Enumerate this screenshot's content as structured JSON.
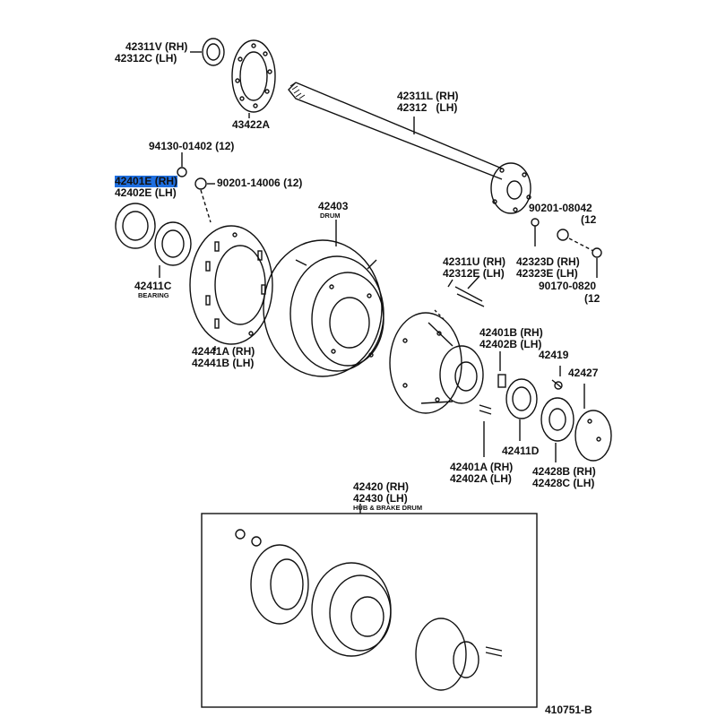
{
  "highlight_color": "#1f6fe0",
  "labels": {
    "p42311v": "42311V (RH)",
    "p42312c": "42312C (LH)",
    "p43422a": "43422A",
    "p42311l": "42311L (RH)",
    "p42312": "42312   (LH)",
    "p94130": "94130-01402 (12)",
    "p42401e": "42401E (RH)",
    "p42402e": "42402E (LH)",
    "p90201_14006": "90201-14006 (12)",
    "p42403": "42403",
    "drum": "DRUM",
    "p90201_080": "90201-08042",
    "p90201_080_qty": "(12",
    "p42411c": "42411C",
    "bearing": "BEARING",
    "p42311u": "42311U (RH)",
    "p42312e": "42312E (LH)",
    "p42323d": "42323D (RH)",
    "p42323e": "42323E (LH)",
    "p90170": "90170-0820",
    "p90170_qty": "(12",
    "p42441a": "42441A (RH)",
    "p42441b": "42441B (LH)",
    "p42401b": "42401B (RH)",
    "p42402b": "42402B (LH)",
    "p42419": "42419",
    "p42427": "42427",
    "p42411d": "42411D",
    "p42401a": "42401A (RH)",
    "p42402a": "42402A (LH)",
    "p42428b": "42428B (RH)",
    "p42428c": "42428C (LH)",
    "p42420": "42420 (RH)",
    "p42430": "42430 (LH)",
    "hub_drum": "HUB & BRAKE DRUM",
    "figure_id": "410751-B"
  }
}
